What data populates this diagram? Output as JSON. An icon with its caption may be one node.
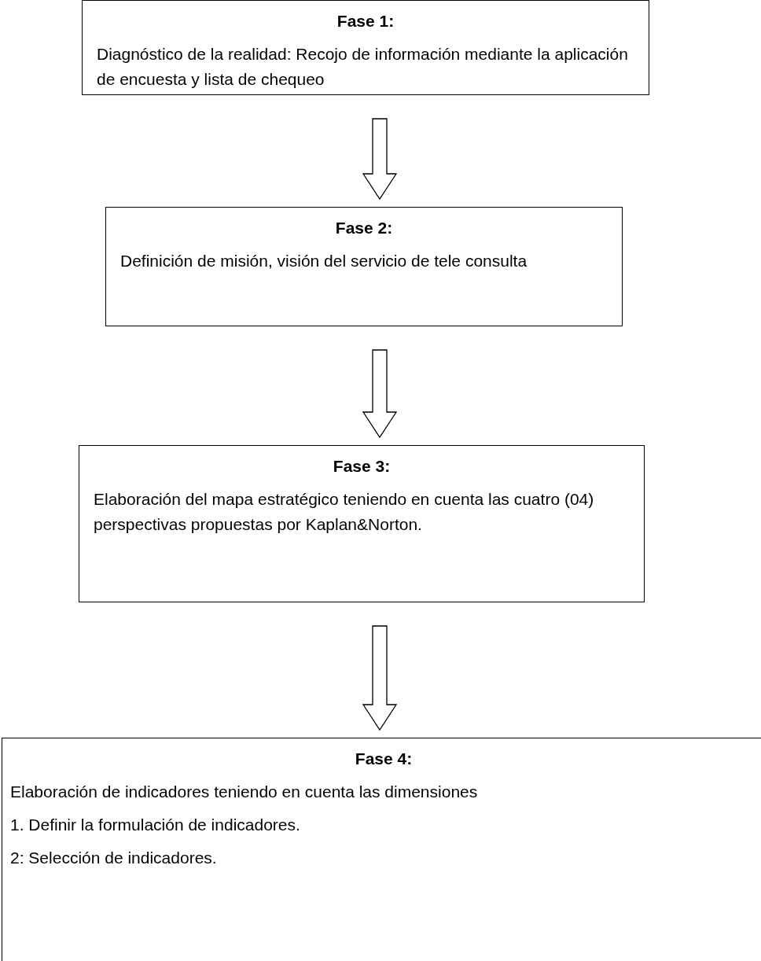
{
  "diagram": {
    "nodes": [
      {
        "text": [
          "Fase 1:",
          "Diagnóstico de la realidad: Recojo de información mediante la aplicación de  encuesta y  lista de chequeo"
        ]
      },
      {
        "text": [
          "Fase 2:",
          "Definición de misión, visión  del servicio de tele consulta"
        ]
      },
      {
        "text": [
          "Fase 3:",
          "Elaboración del mapa estratégico teniendo en cuenta las cuatro (04) perspectivas propuestas por Kaplan&Norton."
        ]
      },
      {
        "text": [
          "Fase 4:",
          "Elaboración de indicadores teniendo en cuenta las dimensiones",
          "1. Definir la  formulación  de indicadores.",
          "2: Selección de indicadores."
        ]
      }
    ],
    "edges": [
      {
        "from": 0,
        "to": 1,
        "arrow": "to"
      },
      {
        "from": 1,
        "to": 2,
        "arrow": "to"
      },
      {
        "from": 2,
        "to": 3,
        "arrow": "to"
      }
    ]
  }
}
